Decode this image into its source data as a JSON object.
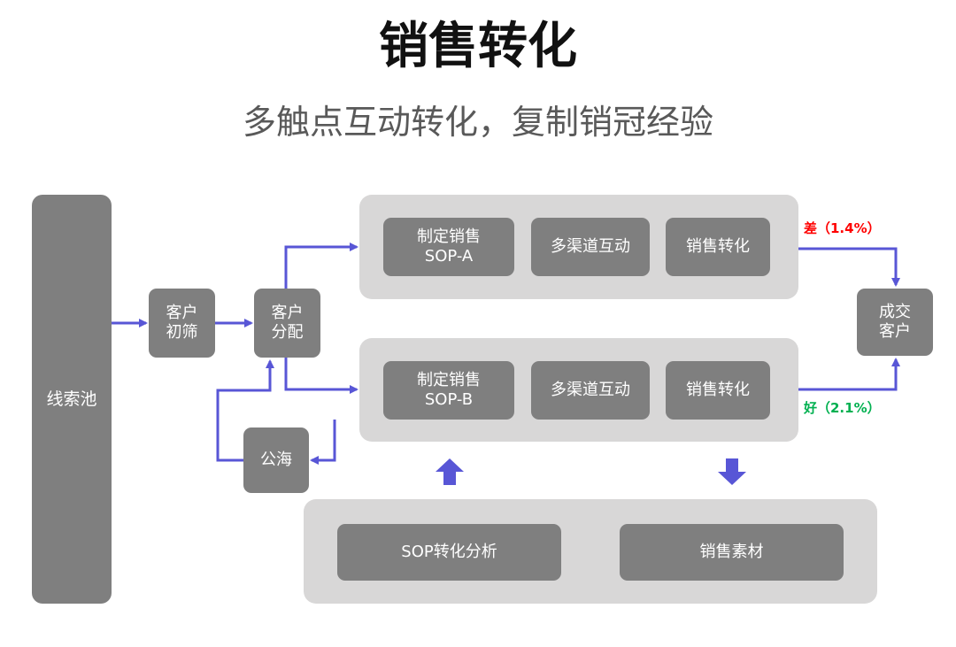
{
  "title": "销售转化",
  "subtitle": "多触点互动转化，复制销冠经验",
  "lead_pool": "线索池",
  "screening": [
    "客户",
    "初筛"
  ],
  "allocation": [
    "客户",
    "分配"
  ],
  "public_pool": "公海",
  "closed": [
    "成交",
    "客户"
  ],
  "sop_a": {
    "steps": [
      {
        "lines": [
          "制定销售",
          "SOP-A"
        ]
      },
      {
        "lines": [
          "多渠道互动"
        ]
      },
      {
        "lines": [
          "销售转化"
        ]
      }
    ],
    "result": "差（1.4%）",
    "result_color": "#ff0000"
  },
  "sop_b": {
    "steps": [
      {
        "lines": [
          "制定销售",
          "SOP-B"
        ]
      },
      {
        "lines": [
          "多渠道互动"
        ]
      },
      {
        "lines": [
          "销售转化"
        ]
      }
    ],
    "result": "好（2.1%）",
    "result_color": "#00b050"
  },
  "support": {
    "analysis": "SOP转化分析",
    "materials": "销售素材"
  },
  "colors": {
    "arrow": "#5856d6",
    "box": "#7f7f7f",
    "panel": "#d8d7d7"
  }
}
